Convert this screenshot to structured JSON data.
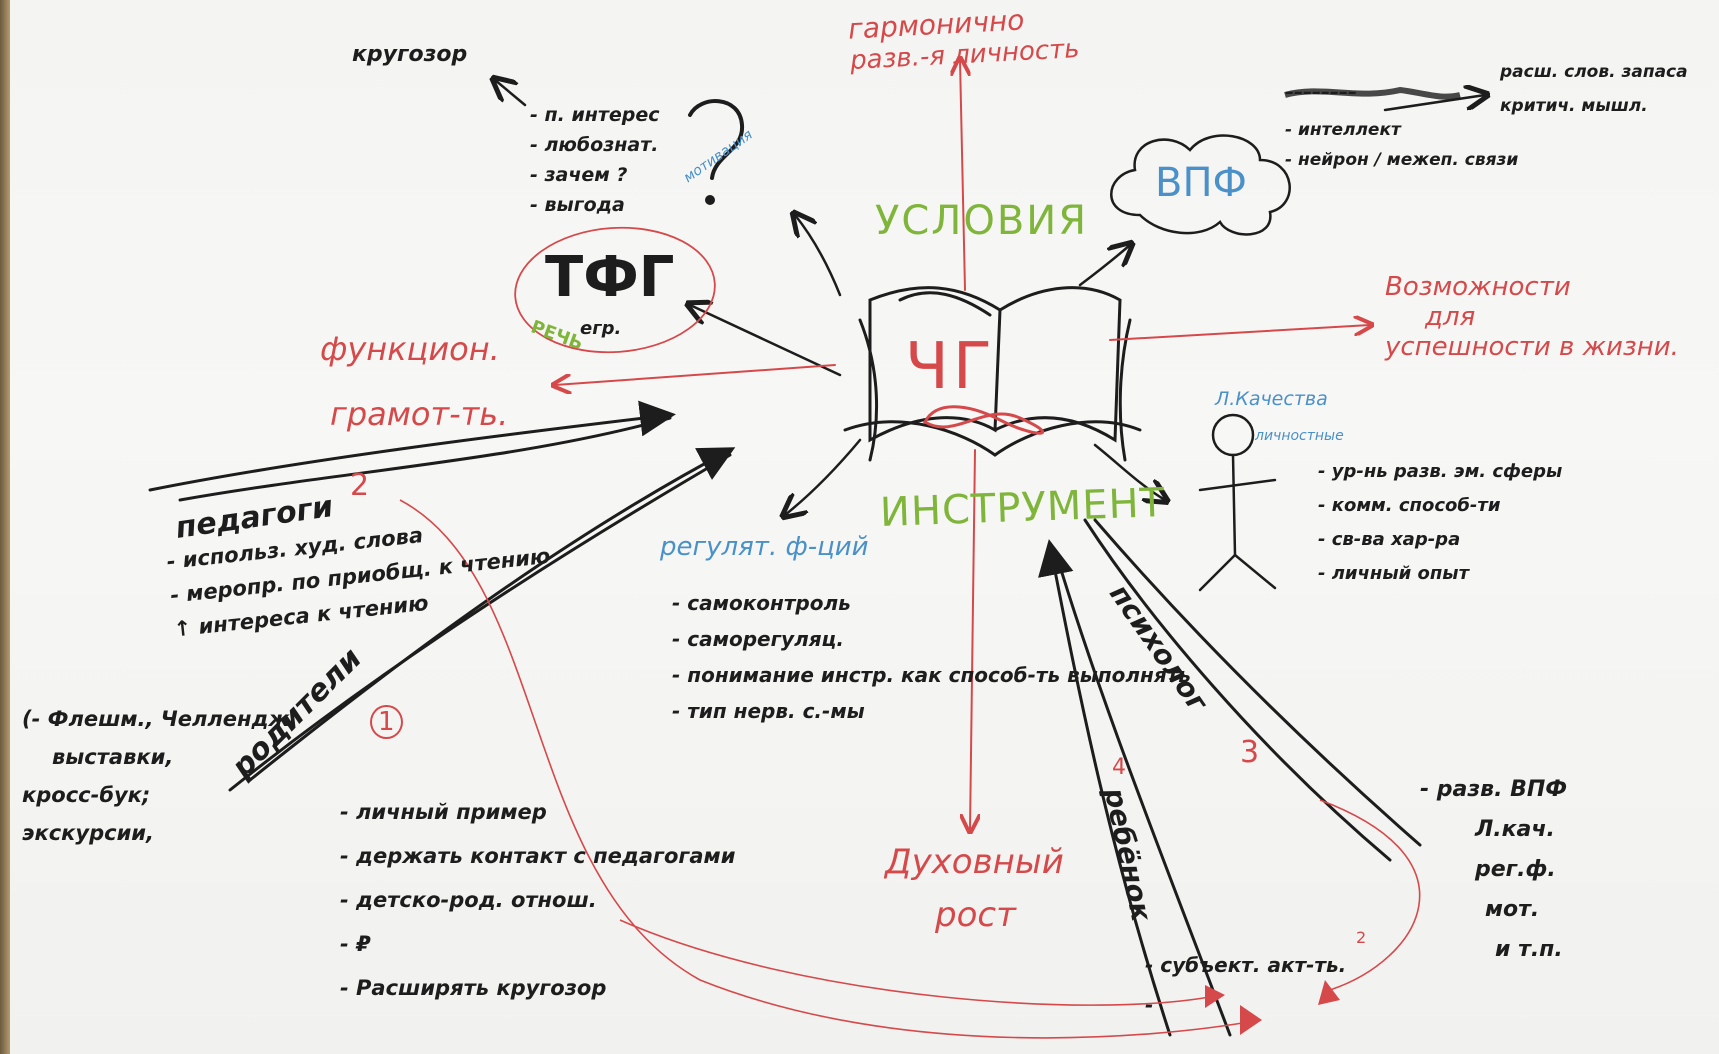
{
  "colors": {
    "paper": "#f5f5f3",
    "ink_black": "#1d1d1d",
    "ink_red": "#d5494b",
    "ink_green": "#7fb53a",
    "ink_blue": "#4a90c9"
  },
  "center": {
    "label": "ЧГ",
    "icon": "open-book-icon",
    "symbol": "infinity-icon"
  },
  "top": {
    "goal_line1": "гармонично",
    "goal_line2": "разв.-я личность",
    "conditions": "УСЛОВИЯ"
  },
  "instrument": "ИНСТРУМЕНТ",
  "top_left": {
    "horizon": "кругозор",
    "motivation_items": [
      "- п. интерес",
      "- любознат.",
      "- зачем ?",
      "- выгода"
    ],
    "motivation_label": "мотивация",
    "tfg": "ТФГ",
    "rech": "РЕЧЬ",
    "egr": "егр.",
    "functional_line1": "функцион.",
    "functional_line2": "грамот-ть."
  },
  "top_right": {
    "vpf": "ВПФ",
    "crossed": "––––––––",
    "items": [
      "- интеллект",
      "- нейрон / межеп. связи"
    ],
    "branch": [
      "расш. слов. запаса",
      "критич. мышл."
    ]
  },
  "right": {
    "opportunities": [
      "Возможности",
      "для",
      "успешности в жизни."
    ],
    "qualities_line1": "Л.Качества",
    "qualities_line2": "личностные",
    "person_icon": "stick-figure-icon",
    "traits": [
      "- ур-нь разв. эм. сферы",
      "- комм. способ-ти",
      "- св-ва хар-ра",
      "- личный опыт"
    ]
  },
  "regulatory": {
    "title": "регулят. ф-ций",
    "items": [
      "- самоконтроль",
      "- саморегуляц.",
      "- понимание инстр. как способ-ть выполнять",
      "- тип нерв. с.-мы"
    ]
  },
  "bottom": {
    "spiritual_line1": "Духовный",
    "spiritual_line2": "рост"
  },
  "teachers": {
    "label": "педагоги",
    "number": "2",
    "items": [
      "- использ. худ. слова",
      "- меропр. по приобщ. к чтению",
      "↑ интереса к чтению"
    ],
    "extra": [
      "(- Флешм., Челлендж.",
      "выставки,",
      "кросс-бук;",
      "экскурсии,"
    ]
  },
  "parents": {
    "label": "родители",
    "number": "1",
    "items": [
      "- личный пример",
      "- держать контакт с педагогами",
      "- детско-род. отнош.",
      "- ₽",
      "- Расширять кругозор"
    ]
  },
  "psychologist": {
    "label": "психолог",
    "number": "3",
    "items": [
      "- разв. ВПФ",
      "Л.кач.",
      "рег.ф.",
      "мот.",
      "и т.п."
    ]
  },
  "child": {
    "label": "ребёнок",
    "mark": "4",
    "items": [
      "- субъект. акт-ть.",
      "-"
    ],
    "superscript": "2"
  }
}
